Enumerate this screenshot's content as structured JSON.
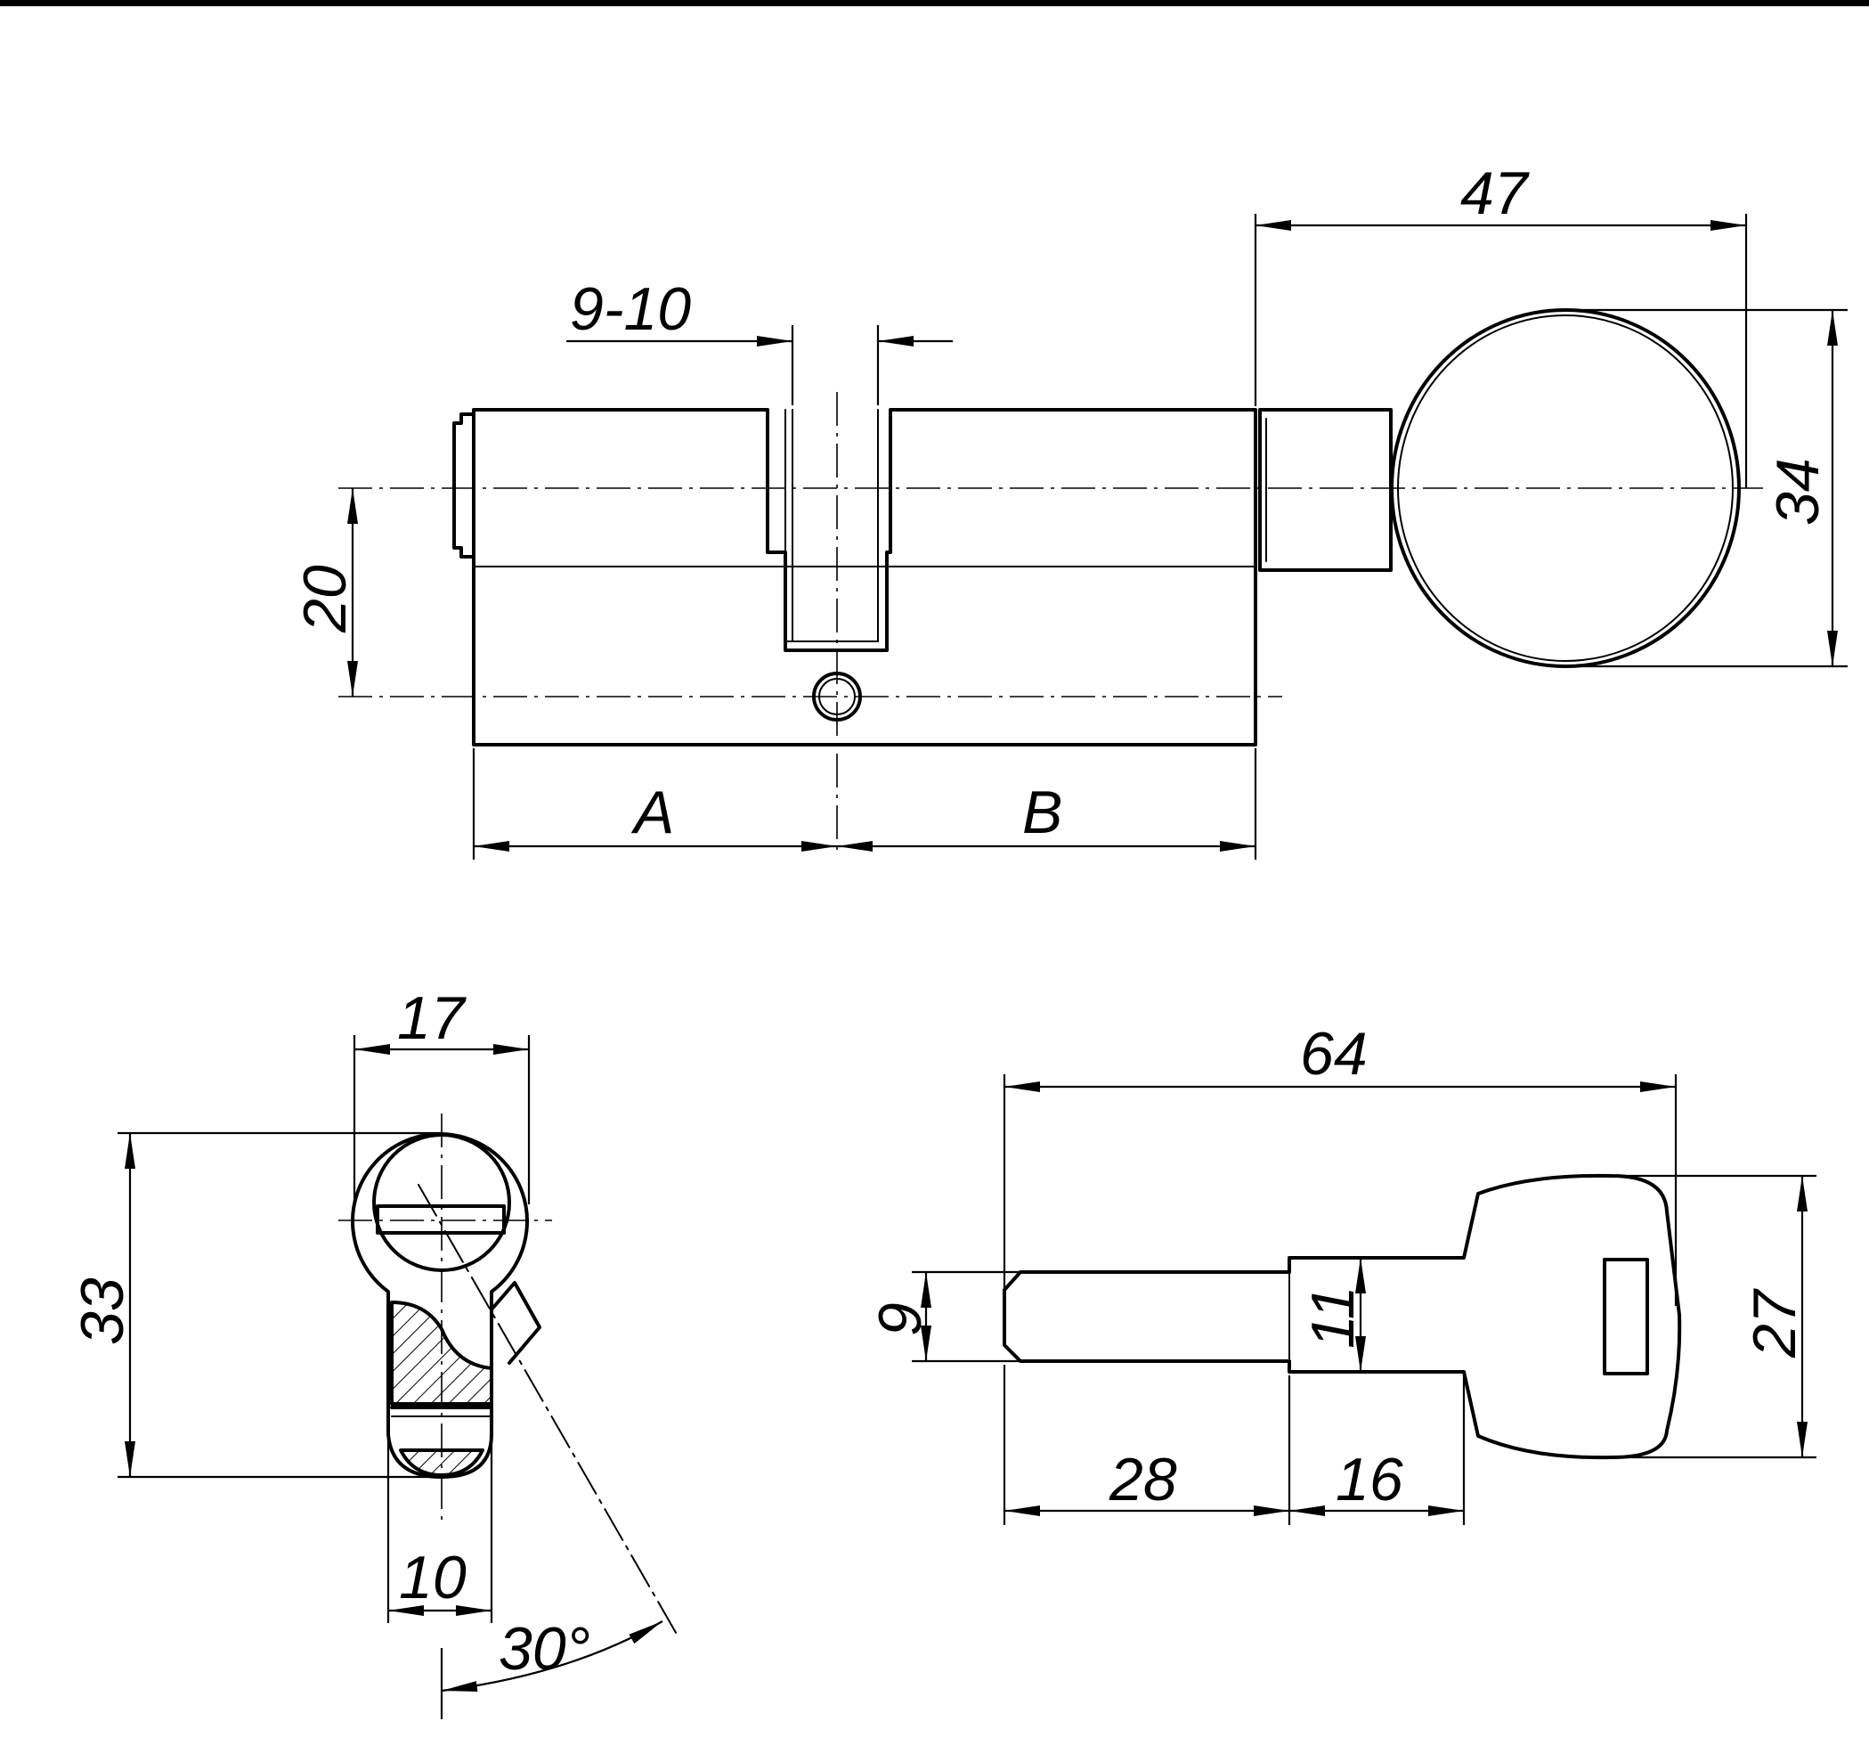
{
  "drawing": {
    "main_view": {
      "dim_width_slot": "9-10",
      "dim_knob_offset": "47",
      "dim_knob_diameter": "34",
      "dim_axis_offset": "20",
      "dim_left": "A",
      "dim_right": "B"
    },
    "side_view": {
      "dim_width": "17",
      "dim_height": "33",
      "dim_bottom": "10",
      "dim_angle": "30°"
    },
    "key_view": {
      "dim_length": "64",
      "dim_blade_height": "9",
      "dim_shoulder_height": "11",
      "dim_head_height": "27",
      "dim_blade_length": "28",
      "dim_shoulder_length": "16"
    }
  }
}
